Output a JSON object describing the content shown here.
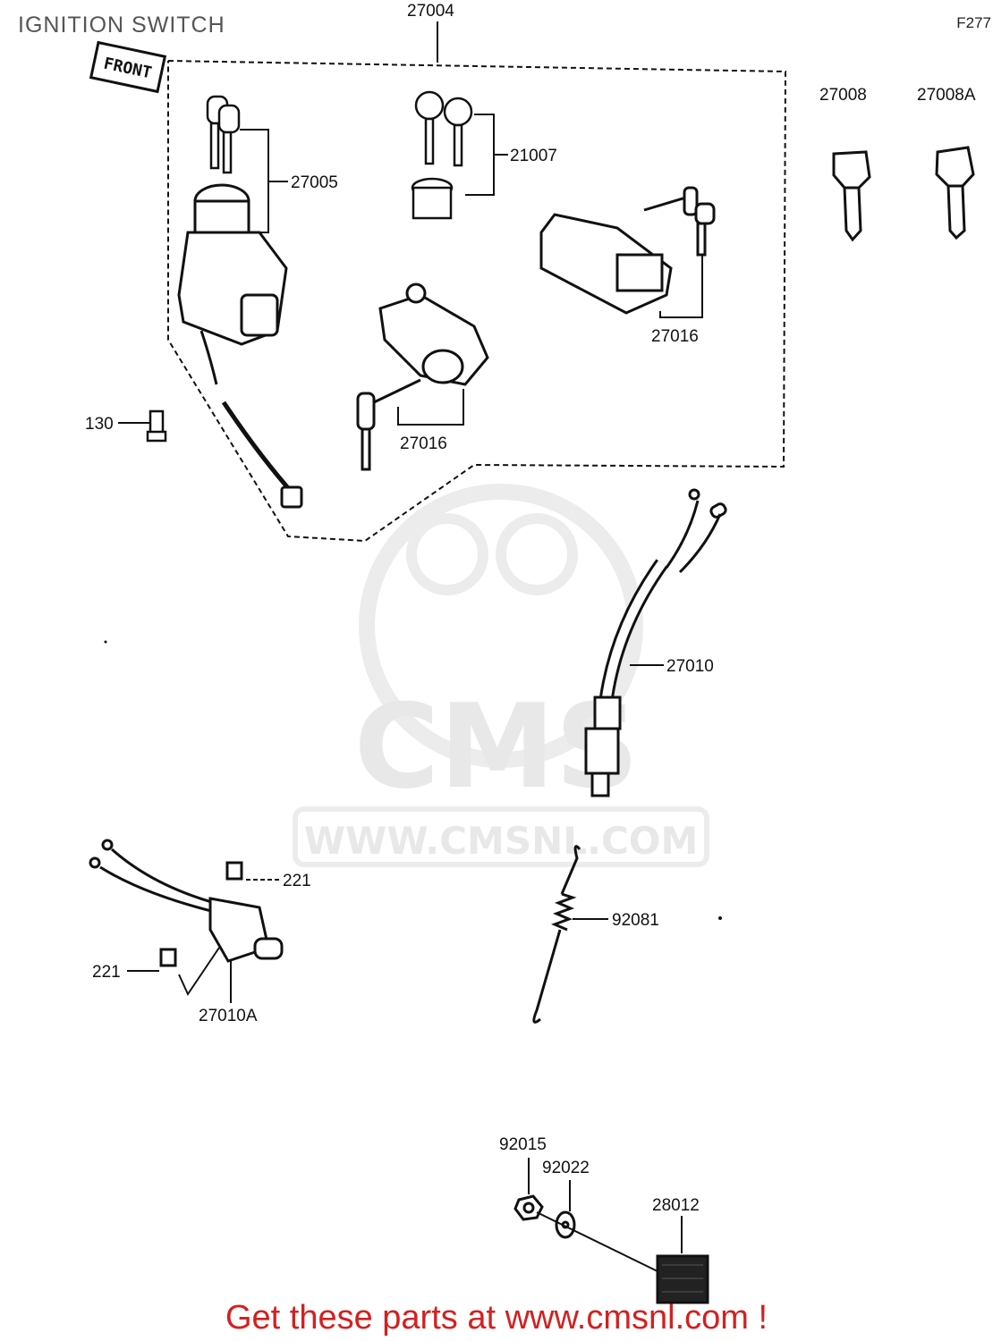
{
  "header": {
    "title": "IGNITION SWITCH",
    "figure_code": "F277"
  },
  "parts": {
    "p27004": "27004",
    "p27005": "27005",
    "p21007": "21007",
    "p27008": "27008",
    "p27008A": "27008A",
    "p27016a": "27016",
    "p27016b": "27016",
    "p130": "130",
    "p27010": "27010",
    "p221a": "221",
    "p221b": "221",
    "p27010A": "27010A",
    "p92081": "92081",
    "p92015": "92015",
    "p92022": "92022",
    "p28012": "28012"
  },
  "front_marker": "FRONT",
  "watermark": {
    "brand": "CMS",
    "url": "WWW.CMSNL.COM"
  },
  "footer": {
    "text": "Get these parts at www.cmsnl.com !"
  },
  "colors": {
    "footer": "#d42020",
    "watermark": "#e8e8e8",
    "lines": "#111111"
  }
}
